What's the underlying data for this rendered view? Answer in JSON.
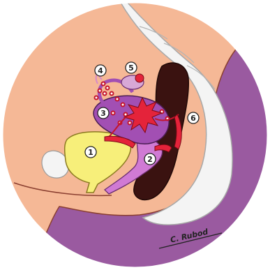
{
  "labels": [
    {
      "id": "1",
      "text": "1"
    },
    {
      "id": "2",
      "text": "2"
    },
    {
      "id": "3",
      "text": "3"
    },
    {
      "id": "4",
      "text": "4"
    },
    {
      "id": "5",
      "text": "5"
    },
    {
      "id": "6",
      "text": "6"
    }
  ],
  "signature": "C. Rubod",
  "colors": {
    "outer": "#9a5aa0",
    "body": "#f5b896",
    "bladder": "#f7ef7a",
    "uterus": "#a24fb3",
    "vagina": "#d07ad4",
    "rectum": "#3a1210",
    "lesion": "#e4233a",
    "spine": "#f4f4f4",
    "outline": "#2a1a12"
  }
}
